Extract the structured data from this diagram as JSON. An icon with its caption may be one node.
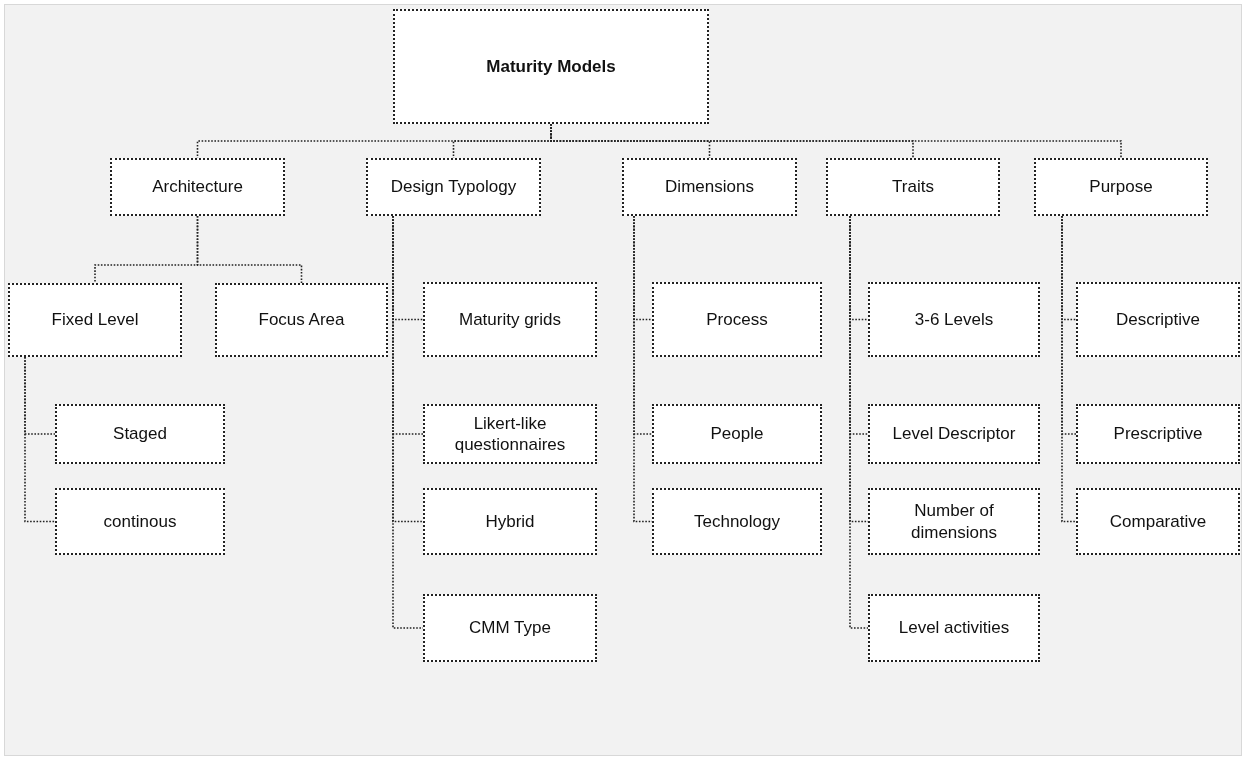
{
  "diagram": {
    "nodes": [
      {
        "text": [
          "Maturity Models"
        ]
      },
      {
        "text": [
          "Architecture"
        ]
      },
      {
        "text": [
          "Design Typology"
        ]
      },
      {
        "text": [
          "Dimensions"
        ]
      },
      {
        "text": [
          "Traits"
        ]
      },
      {
        "text": [
          "Purpose"
        ]
      },
      {
        "text": [
          "Fixed Level"
        ]
      },
      {
        "text": [
          "Focus Area"
        ]
      },
      {
        "text": [
          "Staged"
        ]
      },
      {
        "text": [
          "continous"
        ]
      },
      {
        "text": [
          "Maturity grids"
        ]
      },
      {
        "text": [
          "Likert-like questionnaires"
        ]
      },
      {
        "text": [
          "Hybrid"
        ]
      },
      {
        "text": [
          "CMM Type"
        ]
      },
      {
        "text": [
          "Process"
        ]
      },
      {
        "text": [
          "People"
        ]
      },
      {
        "text": [
          "Technology"
        ]
      },
      {
        "text": [
          "3-6 Levels"
        ]
      },
      {
        "text": [
          "Level Descriptor"
        ]
      },
      {
        "text": [
          "Number of dimensions"
        ]
      },
      {
        "text": [
          "Level activities"
        ]
      },
      {
        "text": [
          "Descriptive"
        ]
      },
      {
        "text": [
          "Prescriptive"
        ]
      },
      {
        "text": [
          "Comparative"
        ]
      }
    ],
    "edges": [
      {
        "from": 0,
        "to": 1,
        "arrow": "none"
      },
      {
        "from": 0,
        "to": 2,
        "arrow": "none"
      },
      {
        "from": 0,
        "to": 3,
        "arrow": "none"
      },
      {
        "from": 0,
        "to": 4,
        "arrow": "none"
      },
      {
        "from": 0,
        "to": 5,
        "arrow": "none"
      },
      {
        "from": 1,
        "to": 6,
        "arrow": "none"
      },
      {
        "from": 1,
        "to": 7,
        "arrow": "none"
      },
      {
        "from": 6,
        "to": 8,
        "arrow": "none"
      },
      {
        "from": 6,
        "to": 9,
        "arrow": "none"
      },
      {
        "from": 2,
        "to": 10,
        "arrow": "none"
      },
      {
        "from": 2,
        "to": 11,
        "arrow": "none"
      },
      {
        "from": 2,
        "to": 12,
        "arrow": "none"
      },
      {
        "from": 2,
        "to": 13,
        "arrow": "none"
      },
      {
        "from": 3,
        "to": 14,
        "arrow": "none"
      },
      {
        "from": 3,
        "to": 15,
        "arrow": "none"
      },
      {
        "from": 3,
        "to": 16,
        "arrow": "none"
      },
      {
        "from": 4,
        "to": 17,
        "arrow": "none"
      },
      {
        "from": 4,
        "to": 18,
        "arrow": "none"
      },
      {
        "from": 4,
        "to": 19,
        "arrow": "none"
      },
      {
        "from": 4,
        "to": 20,
        "arrow": "none"
      },
      {
        "from": 5,
        "to": 21,
        "arrow": "none"
      },
      {
        "from": 5,
        "to": 22,
        "arrow": "none"
      },
      {
        "from": 5,
        "to": 23,
        "arrow": "none"
      }
    ]
  }
}
